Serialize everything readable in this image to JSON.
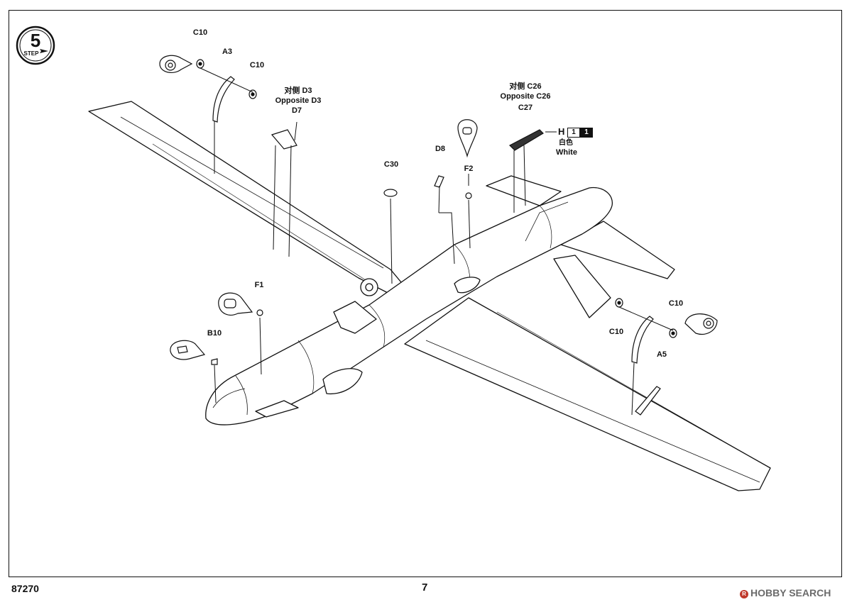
{
  "step": {
    "number": "5",
    "label": "STEP"
  },
  "parts": {
    "c10_top_left": "C10",
    "a3": "A3",
    "c10_top_right": "C10",
    "d3_cn": "对侧 D3",
    "d3_en": "Opposite D3",
    "d7": "D7",
    "c26_cn": "对侧 C26",
    "c26_en": "Opposite C26",
    "c27": "C27",
    "d8": "D8",
    "c30": "C30",
    "f2": "F2",
    "f1": "F1",
    "b10": "B10",
    "c10_right_top": "C10",
    "c10_right_bottom": "C10",
    "a5": "A5"
  },
  "paint": {
    "code": "H",
    "box1": "1",
    "box2": "1",
    "color_cn": "白色",
    "color_en": "White"
  },
  "footer": {
    "product_code": "87270",
    "page_number": "7"
  },
  "watermark": {
    "text": "HOBBY SEARCH"
  }
}
